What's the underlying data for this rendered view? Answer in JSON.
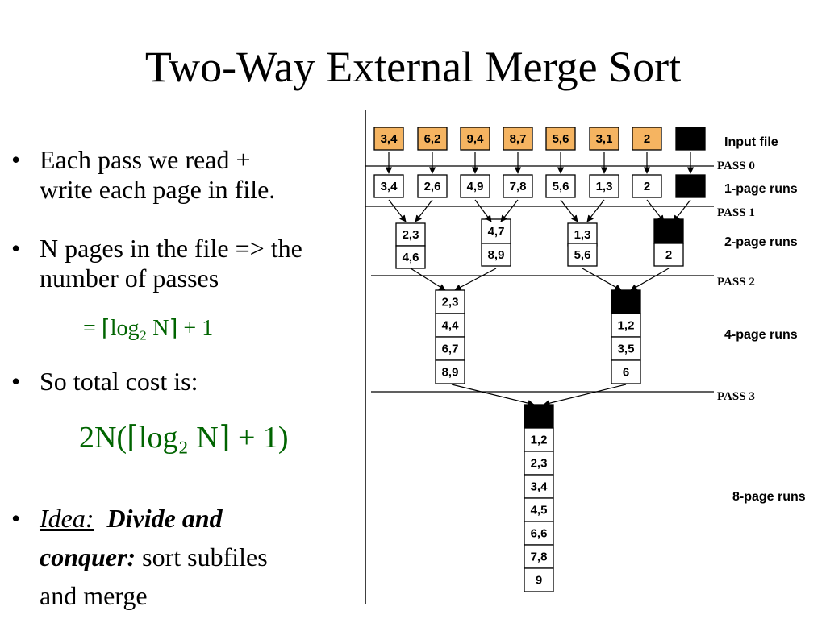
{
  "title": "Two-Way External Merge Sort",
  "bullets": {
    "b1_line1": "Each pass we read +",
    "b1_line2": "write each page in file.",
    "b2_line1": "N pages in the file => the",
    "b2_line2": "number of passes",
    "b3": "So total cost is:",
    "b4_idea": "Idea:",
    "b4_divide": "Divide and",
    "b4_conquer": "conquer:",
    "b4_rest": "sort subfiles",
    "b4_line3": "and merge"
  },
  "formulas": {
    "passes": "= ⌈log₂ N⌉ + 1",
    "cost": "2N(⌈log₂ N⌉ + 1)"
  },
  "diagram": {
    "input_pages": [
      "3,4",
      "6,2",
      "9,4",
      "8,7",
      "5,6",
      "3,1",
      "2",
      ""
    ],
    "pass0_pages": [
      "3,4",
      "2,6",
      "4,9",
      "7,8",
      "5,6",
      "1,3",
      "2",
      ""
    ],
    "pass1_runs": [
      [
        "2,3",
        "4,6"
      ],
      [
        "4,7",
        "8,9"
      ],
      [
        "1,3",
        "5,6"
      ],
      [
        "",
        "2"
      ]
    ],
    "pass2_runs": [
      [
        "2,3",
        "4,4",
        "6,7",
        "8,9"
      ],
      [
        "",
        "1,2",
        "3,5",
        "6"
      ]
    ],
    "pass3_run": [
      "",
      "1,2",
      "2,3",
      "3,4",
      "4,5",
      "6,6",
      "7,8",
      "9"
    ],
    "labels": {
      "input_file": "Input file",
      "pass0": "PASS 0",
      "run1": "1-page runs",
      "pass1": "PASS 1",
      "run2": "2-page runs",
      "pass2": "PASS 2",
      "run4": "4-page runs",
      "pass3": "PASS 3",
      "run8": "8-page runs"
    },
    "colors": {
      "input_fill": "#f5b461",
      "black_page": "#000000",
      "formula_green": "#006400"
    }
  }
}
